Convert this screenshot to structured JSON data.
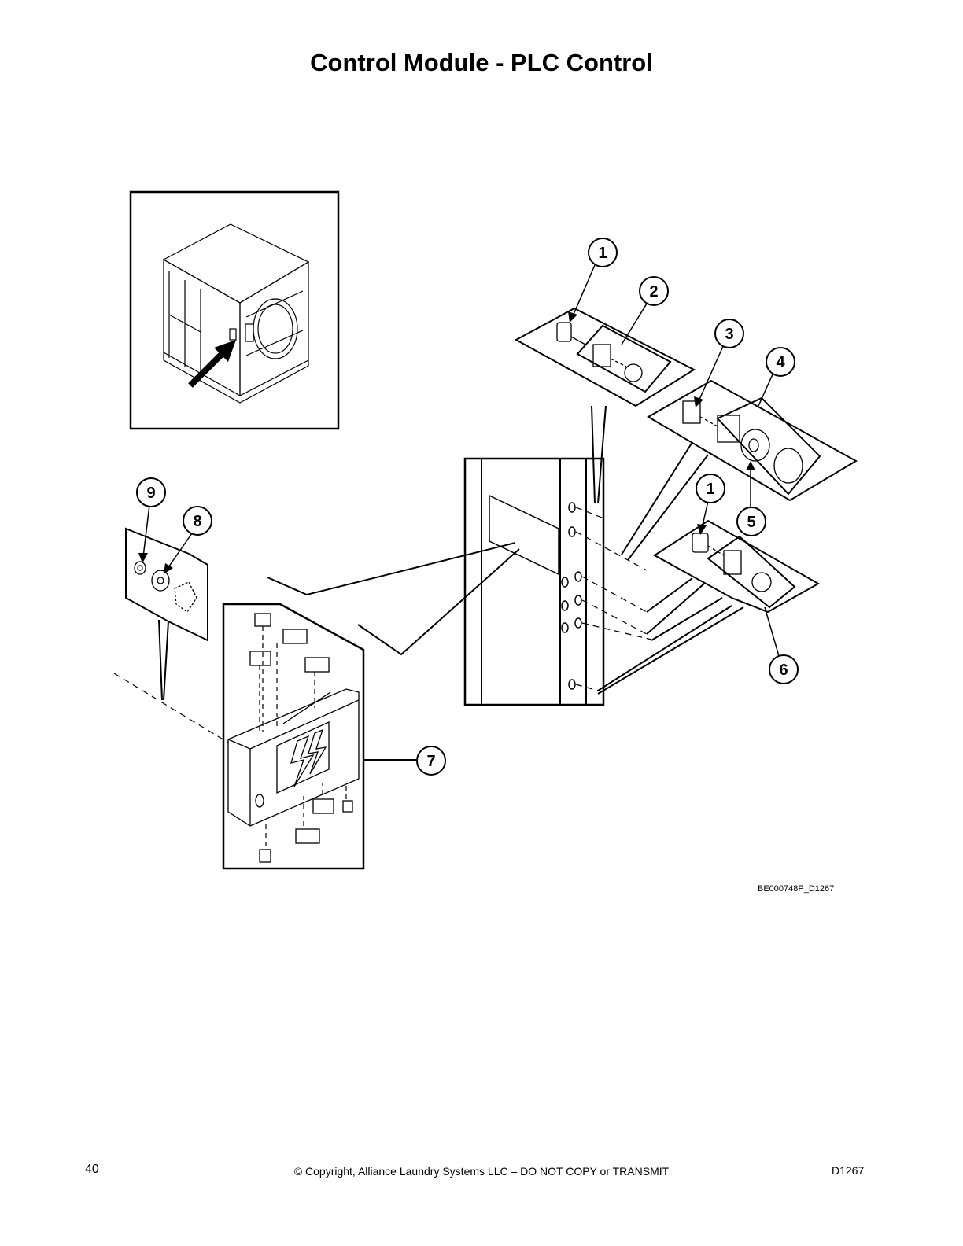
{
  "header": {
    "title": "Control Module - PLC Control"
  },
  "diagram": {
    "figure_id": "BE000748P_D1267",
    "callouts": [
      {
        "id": "c1a",
        "label": "1"
      },
      {
        "id": "c2",
        "label": "2"
      },
      {
        "id": "c3",
        "label": "3"
      },
      {
        "id": "c4",
        "label": "4"
      },
      {
        "id": "c1b",
        "label": "1"
      },
      {
        "id": "c5",
        "label": "5"
      },
      {
        "id": "c6",
        "label": "6"
      },
      {
        "id": "c7",
        "label": "7"
      },
      {
        "id": "c8",
        "label": "8"
      },
      {
        "id": "c9",
        "label": "9"
      }
    ]
  },
  "footer": {
    "page_number": "40",
    "copyright": "© Copyright, Alliance Laundry Systems LLC – DO NOT COPY or TRANSMIT",
    "doc_code": "D1267"
  }
}
